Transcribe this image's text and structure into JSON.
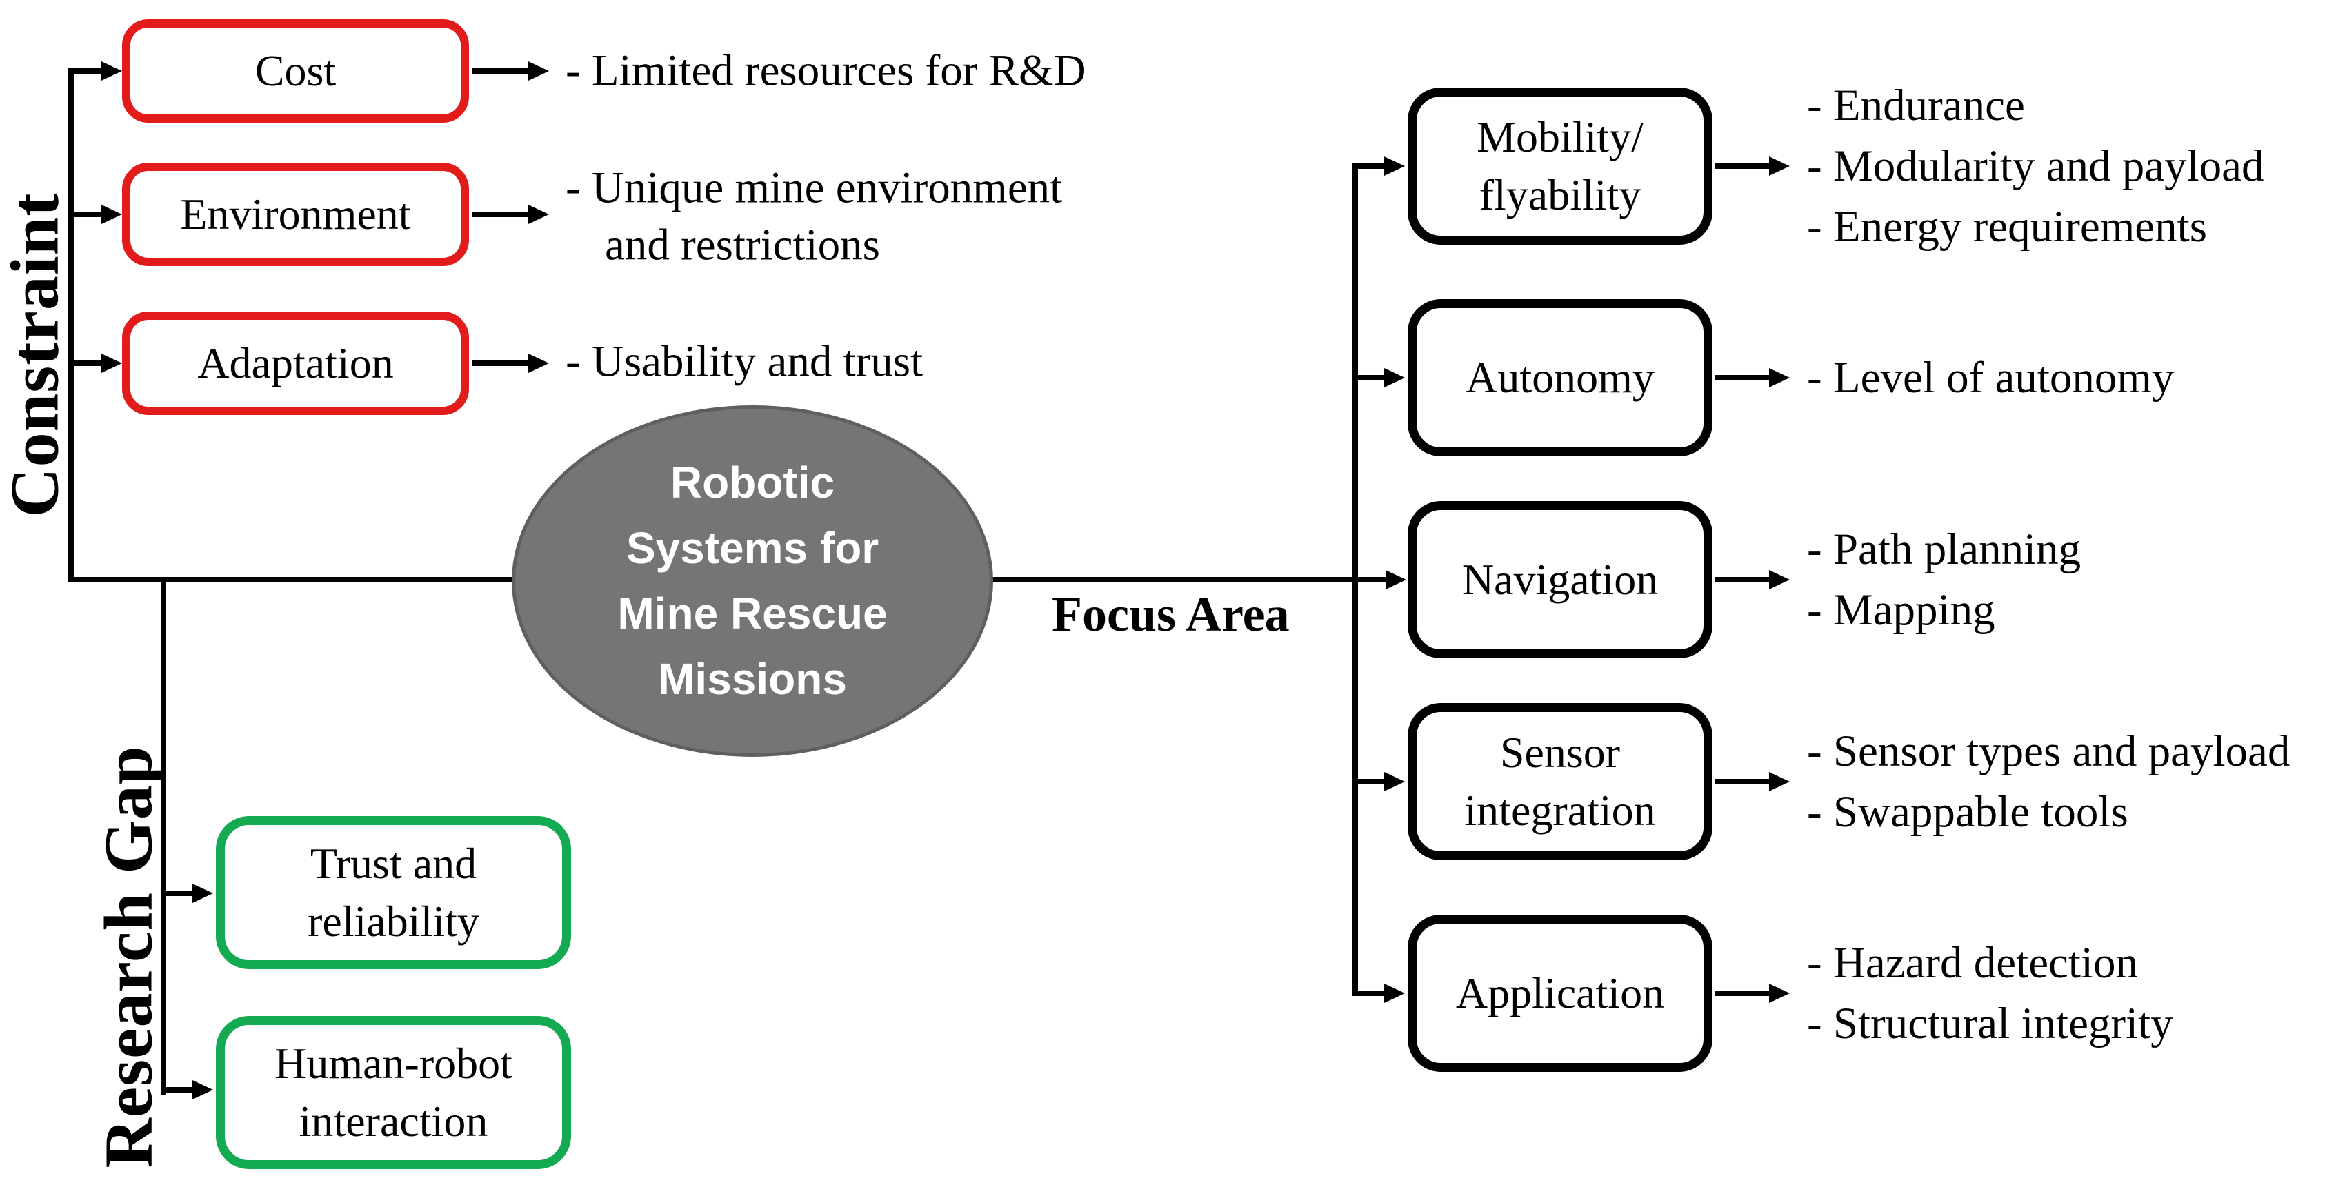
{
  "diagram": {
    "center": {
      "lines": [
        "Robotic",
        "Systems for",
        "Mine Rescue",
        "Missions"
      ]
    },
    "section_labels": {
      "constraint": "Constraint",
      "research_gap": "Research Gap",
      "focus_area": "Focus Area"
    },
    "constraints": [
      {
        "label": "Cost",
        "notes": [
          "- Limited resources for R&D"
        ]
      },
      {
        "label": "Environment",
        "notes": [
          "- Unique mine environment",
          "and restrictions"
        ]
      },
      {
        "label": "Adaptation",
        "notes": [
          "- Usability and trust"
        ]
      }
    ],
    "research_gaps": [
      {
        "lines": [
          "Trust and",
          "reliability"
        ]
      },
      {
        "lines": [
          "Human-robot",
          "interaction"
        ]
      }
    ],
    "focus_areas": [
      {
        "lines": [
          "Mobility/",
          "flyability"
        ],
        "notes": [
          "- Endurance",
          "- Modularity and payload",
          "- Energy requirements"
        ]
      },
      {
        "lines": [
          "Autonomy"
        ],
        "notes": [
          "- Level of autonomy"
        ]
      },
      {
        "lines": [
          "Navigation"
        ],
        "notes": [
          "- Path planning",
          "- Mapping"
        ]
      },
      {
        "lines": [
          "Sensor",
          "integration"
        ],
        "notes": [
          "- Sensor types and payload",
          "- Swappable tools"
        ]
      },
      {
        "lines": [
          "Application"
        ],
        "notes": [
          "- Hazard detection",
          "- Structural integrity"
        ]
      }
    ],
    "colors": {
      "constraint_box_border": "#e21b1b",
      "research_gap_box_border": "#13aa52",
      "focus_box_border": "#000000",
      "ellipse_fill": "#757575",
      "ellipse_outline": "#5f5f5f",
      "connector": "#000000",
      "text": "#000000",
      "ellipse_text": "#ffffff"
    }
  }
}
